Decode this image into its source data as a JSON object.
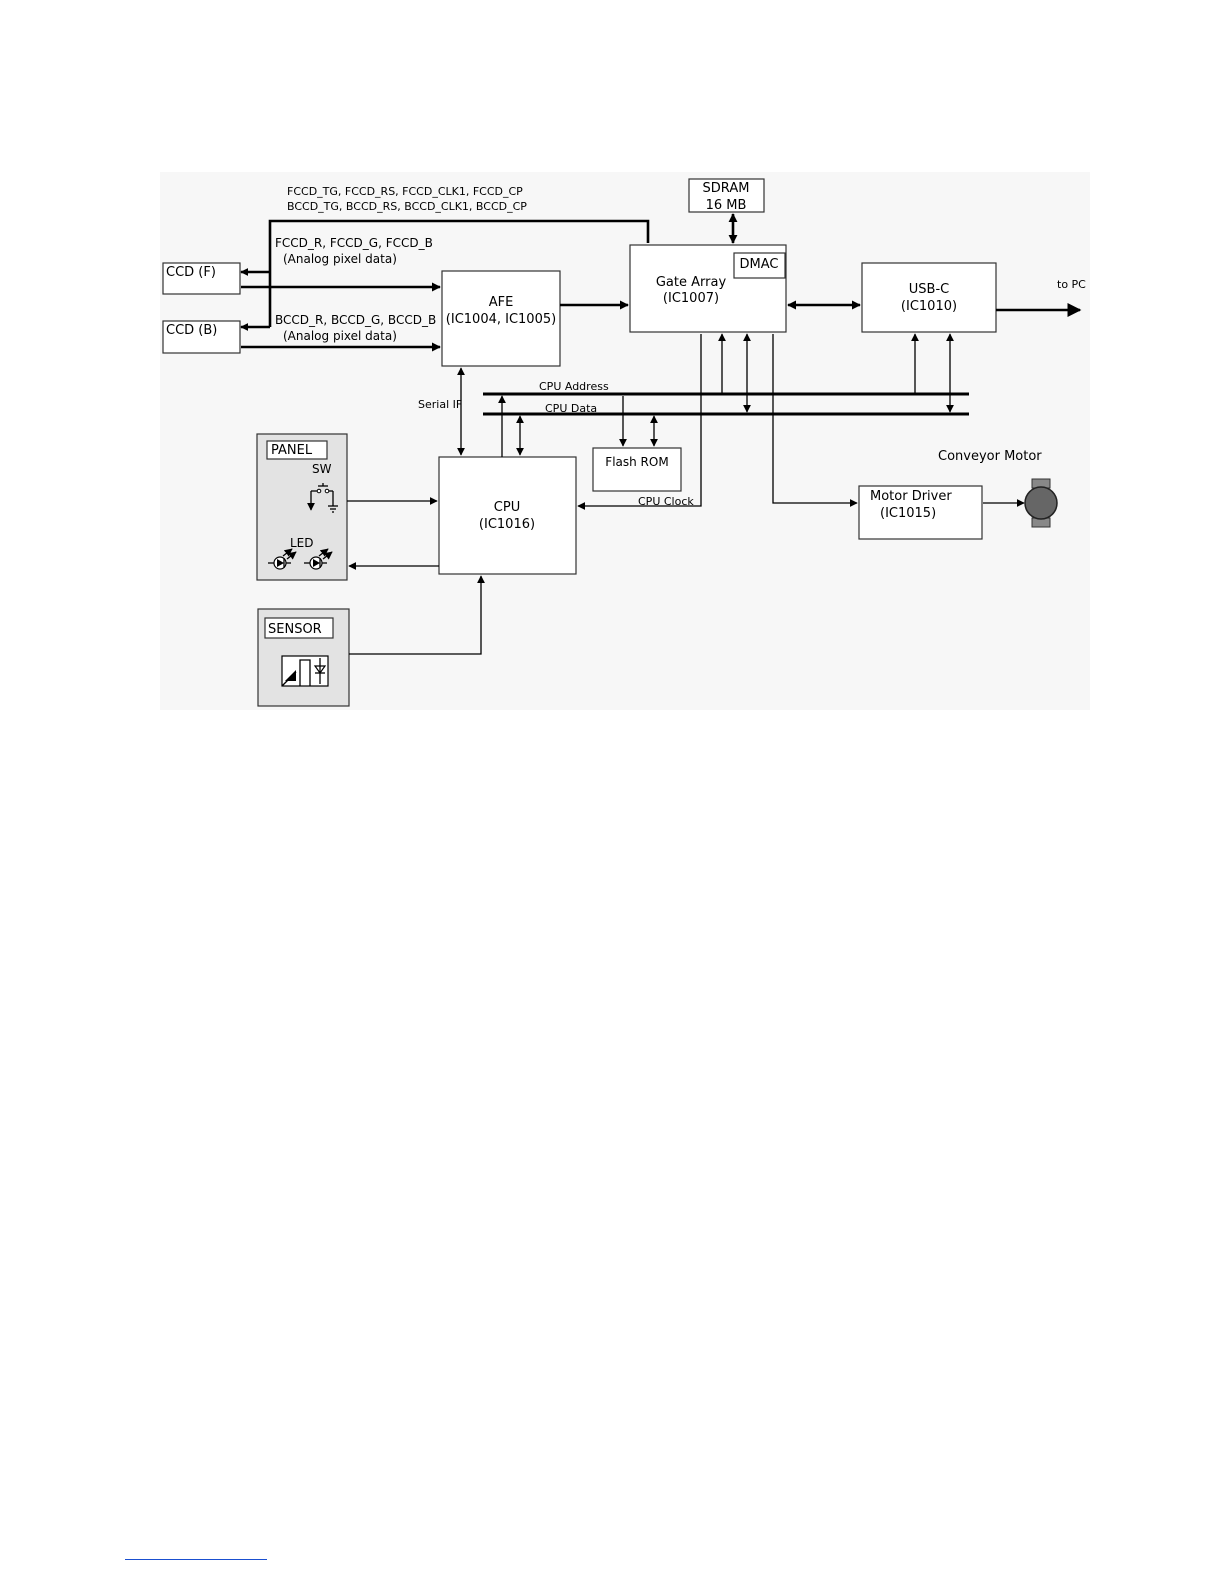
{
  "blocks": {
    "ccd_f": "CCD (F)",
    "ccd_b": "CCD (B)",
    "afe_title": "AFE",
    "afe_ic": "(IC1004, IC1005)",
    "gate_array_title": "Gate Array",
    "gate_array_ic": "(IC1007)",
    "dmac": "DMAC",
    "sdram_line1": "SDRAM",
    "sdram_line2": "16 MB",
    "usb_title": "USB-C",
    "usb_ic": "(IC1010)",
    "cpu_title": "CPU",
    "cpu_ic": "(IC1016)",
    "flash_rom": "Flash ROM",
    "motor_driver_title": "Motor Driver",
    "motor_driver_ic": "(IC1015)",
    "panel": "PANEL",
    "sw": "SW",
    "led": "LED",
    "sensor": "SENSOR"
  },
  "signals": {
    "control_line1": "FCCD_TG, FCCD_RS, FCCD_CLK1, FCCD_CP",
    "control_line2": "BCCD_TG, BCCD_RS, BCCD_CLK1, BCCD_CP",
    "front_pixels": "FCCD_R, FCCD_G, FCCD_B",
    "front_pixels_note": "(Analog pixel data)",
    "back_pixels": "BCCD_R, BCCD_G, BCCD_B",
    "back_pixels_note": "(Analog pixel data)",
    "serial_if": "Serial IF",
    "cpu_address": "CPU Address",
    "cpu_data": "CPU Data",
    "cpu_clock": "CPU Clock",
    "to_pc": "to PC",
    "conveyor_motor": "Conveyor Motor"
  }
}
